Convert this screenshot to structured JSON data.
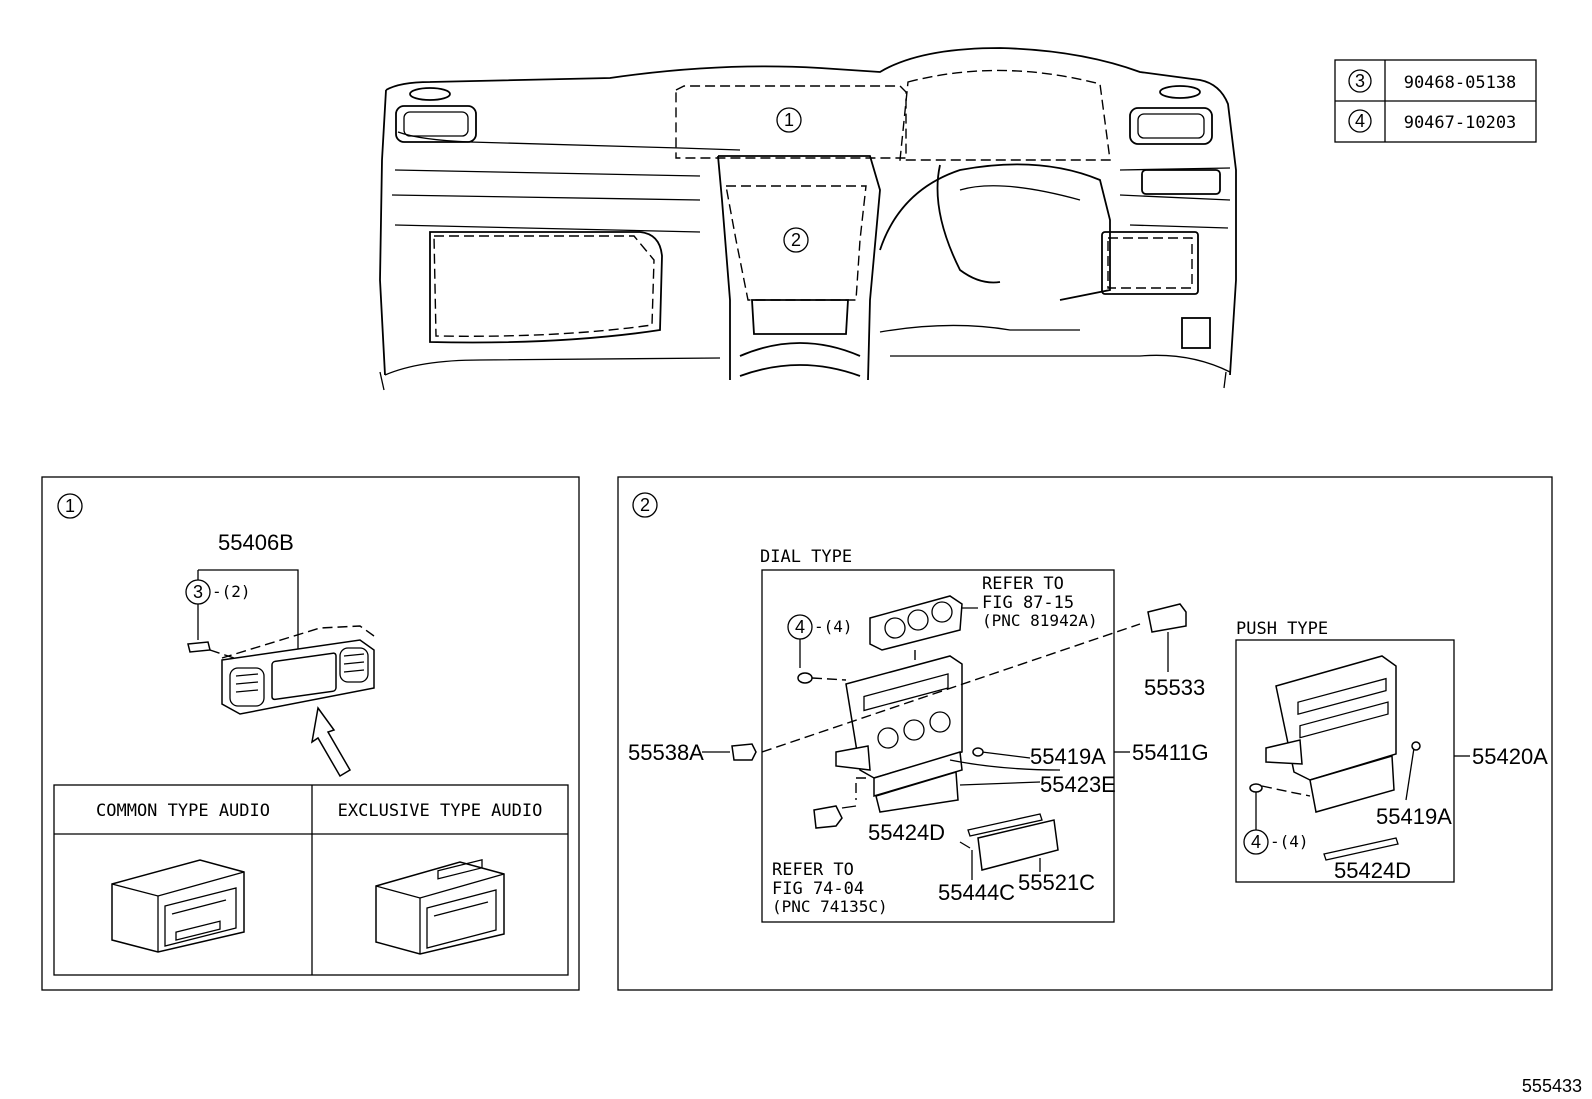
{
  "callouts": {
    "one": "1",
    "two": "2",
    "three": "3",
    "four": "4"
  },
  "legend_table": [
    {
      "callout": "3",
      "part": "90468-05138"
    },
    {
      "callout": "4",
      "part": "90467-10203"
    }
  ],
  "panel1": {
    "part_main": "55406B",
    "qty_three": "-(2)",
    "col_left": "COMMON TYPE AUDIO",
    "col_right": "EXCLUSIVE TYPE AUDIO"
  },
  "panel2": {
    "dial_title": "DIAL TYPE",
    "push_title": "PUSH TYPE",
    "refer1_line1": "REFER TO",
    "refer1_line2": "FIG 87-15",
    "refer1_line3": "(PNC 81942A)",
    "refer2_line1": "REFER TO",
    "refer2_line2": "FIG 74-04",
    "refer2_line3": "(PNC 74135C)",
    "qty_four": "-(4)",
    "parts": {
      "p55533": "55533",
      "p55538A": "55538A",
      "p55419A": "55419A",
      "p55411G": "55411G",
      "p55423E": "55423E",
      "p55424D": "55424D",
      "p55444C": "55444C",
      "p55521C": "55521C",
      "p55420A": "55420A",
      "p55419A_push": "55419A",
      "p55424D_push": "55424D"
    }
  },
  "figure_id": "555433"
}
